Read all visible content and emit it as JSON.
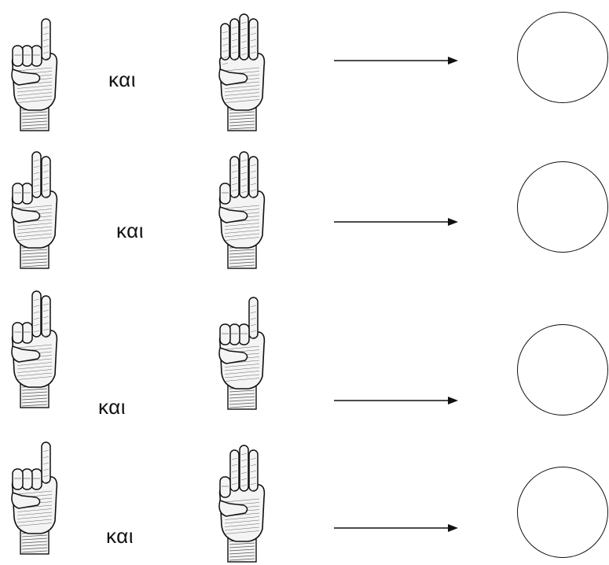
{
  "connector_word": "και",
  "rows": [
    {
      "left_hand_fingers": 1,
      "right_hand_fingers": 4,
      "answer": ""
    },
    {
      "left_hand_fingers": 2,
      "right_hand_fingers": 3,
      "answer": ""
    },
    {
      "left_hand_fingers": 2,
      "right_hand_fingers": 1,
      "answer": ""
    },
    {
      "left_hand_fingers": 1,
      "right_hand_fingers": 3,
      "answer": ""
    }
  ]
}
